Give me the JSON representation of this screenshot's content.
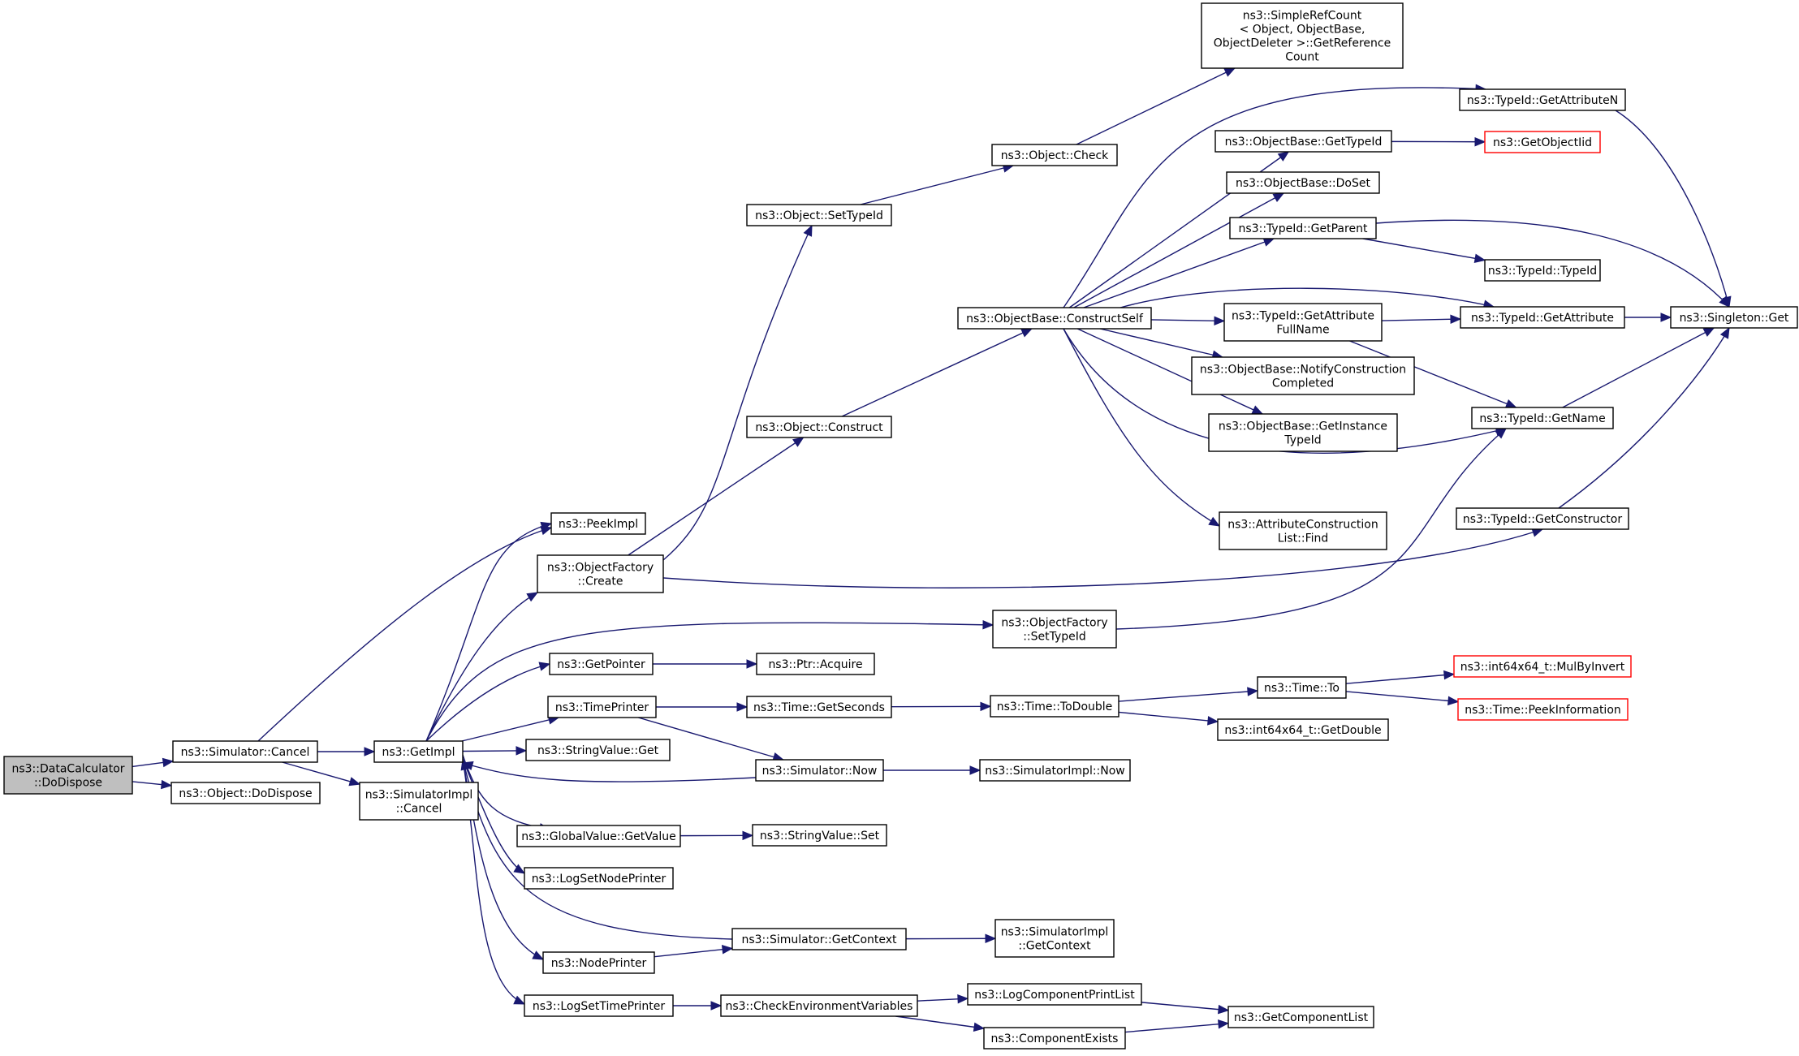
{
  "colors": {
    "edge": "#191970",
    "node_border": "#000000",
    "external_node_border": "#ff0000",
    "root_fill": "#bfbfbf",
    "background": "#ffffff"
  },
  "nodes": [
    {
      "id": "root",
      "lines": [
        "ns3::DataCalculator",
        "::DoDispose"
      ],
      "style": "root"
    },
    {
      "id": "simcancel",
      "lines": [
        "ns3::Simulator::Cancel"
      ]
    },
    {
      "id": "objdodispose",
      "lines": [
        "ns3::Object::DoDispose"
      ]
    },
    {
      "id": "getimpl",
      "lines": [
        "ns3::GetImpl"
      ]
    },
    {
      "id": "simimplcancel",
      "lines": [
        "ns3::SimulatorImpl",
        "::Cancel"
      ]
    },
    {
      "id": "peekimpl",
      "lines": [
        "ns3::PeekImpl"
      ]
    },
    {
      "id": "ofcreate",
      "lines": [
        "ns3::ObjectFactory",
        "::Create"
      ]
    },
    {
      "id": "getpointer",
      "lines": [
        "ns3::GetPointer"
      ]
    },
    {
      "id": "timeprinter",
      "lines": [
        "ns3::TimePrinter"
      ]
    },
    {
      "id": "strget",
      "lines": [
        "ns3::StringValue::Get"
      ]
    },
    {
      "id": "gvgetvalue",
      "lines": [
        "ns3::GlobalValue::GetValue"
      ]
    },
    {
      "id": "logsetnode",
      "lines": [
        "ns3::LogSetNodePrinter"
      ]
    },
    {
      "id": "nodeprinter",
      "lines": [
        "ns3::NodePrinter"
      ]
    },
    {
      "id": "logsettime",
      "lines": [
        "ns3::LogSetTimePrinter"
      ]
    },
    {
      "id": "objsettypeid",
      "lines": [
        "ns3::Object::SetTypeId"
      ]
    },
    {
      "id": "objconstruct",
      "lines": [
        "ns3::Object::Construct"
      ]
    },
    {
      "id": "ptracquire",
      "lines": [
        "ns3::Ptr::Acquire"
      ]
    },
    {
      "id": "timegetseconds",
      "lines": [
        "ns3::Time::GetSeconds"
      ]
    },
    {
      "id": "simnow",
      "lines": [
        "ns3::Simulator::Now"
      ]
    },
    {
      "id": "strset",
      "lines": [
        "ns3::StringValue::Set"
      ]
    },
    {
      "id": "simgetcontext",
      "lines": [
        "ns3::Simulator::GetContext"
      ]
    },
    {
      "id": "checkenv",
      "lines": [
        "ns3::CheckEnvironmentVariables"
      ]
    },
    {
      "id": "objcheck",
      "lines": [
        "ns3::Object::Check"
      ]
    },
    {
      "id": "obconstructself",
      "lines": [
        "ns3::ObjectBase::ConstructSelf"
      ]
    },
    {
      "id": "ofsettypeid",
      "lines": [
        "ns3::ObjectFactory",
        "::SetTypeId"
      ]
    },
    {
      "id": "timetodouble",
      "lines": [
        "ns3::Time::ToDouble"
      ]
    },
    {
      "id": "simimplnow",
      "lines": [
        "ns3::SimulatorImpl::Now"
      ]
    },
    {
      "id": "simimplgetcontext",
      "lines": [
        "ns3::SimulatorImpl",
        "::GetContext"
      ]
    },
    {
      "id": "logcompprint",
      "lines": [
        "ns3::LogComponentPrintList"
      ]
    },
    {
      "id": "compexists",
      "lines": [
        "ns3::ComponentExists"
      ]
    },
    {
      "id": "simplerefcount",
      "lines": [
        "ns3::SimpleRefCount",
        "< Object, ObjectBase,",
        "ObjectDeleter >::GetReference",
        "Count"
      ]
    },
    {
      "id": "obgettypeid",
      "lines": [
        "ns3::ObjectBase::GetTypeId"
      ]
    },
    {
      "id": "obdoset",
      "lines": [
        "ns3::ObjectBase::DoSet"
      ]
    },
    {
      "id": "tidgetparent",
      "lines": [
        "ns3::TypeId::GetParent"
      ]
    },
    {
      "id": "tidgetattrfull",
      "lines": [
        "ns3::TypeId::GetAttribute",
        "FullName"
      ]
    },
    {
      "id": "obnotify",
      "lines": [
        "ns3::ObjectBase::NotifyConstruction",
        "Completed"
      ]
    },
    {
      "id": "obgetinstance",
      "lines": [
        "ns3::ObjectBase::GetInstance",
        "TypeId"
      ]
    },
    {
      "id": "acfind",
      "lines": [
        "ns3::AttributeConstruction",
        "List::Find"
      ]
    },
    {
      "id": "timeto",
      "lines": [
        "ns3::Time::To"
      ]
    },
    {
      "id": "int64getdouble",
      "lines": [
        "ns3::int64x64_t::GetDouble"
      ]
    },
    {
      "id": "getcomplist",
      "lines": [
        "ns3::GetComponentList"
      ]
    },
    {
      "id": "tidgetattributen",
      "lines": [
        "ns3::TypeId::GetAttributeN"
      ]
    },
    {
      "id": "getobjectiid",
      "lines": [
        "ns3::GetObjectIid"
      ],
      "style": "red"
    },
    {
      "id": "tidtypeid",
      "lines": [
        "ns3::TypeId::TypeId"
      ]
    },
    {
      "id": "tidgetattribute",
      "lines": [
        "ns3::TypeId::GetAttribute"
      ]
    },
    {
      "id": "tidgetname",
      "lines": [
        "ns3::TypeId::GetName"
      ]
    },
    {
      "id": "tidgetconstructor",
      "lines": [
        "ns3::TypeId::GetConstructor"
      ]
    },
    {
      "id": "mulbyinvert",
      "lines": [
        "ns3::int64x64_t::MulByInvert"
      ],
      "style": "red"
    },
    {
      "id": "peekinfo",
      "lines": [
        "ns3::Time::PeekInformation"
      ],
      "style": "red"
    },
    {
      "id": "singletonget",
      "lines": [
        "ns3::Singleton::Get"
      ]
    }
  ],
  "edges": [
    [
      "root",
      "simcancel"
    ],
    [
      "root",
      "objdodispose"
    ],
    [
      "simcancel",
      "getimpl"
    ],
    [
      "simcancel",
      "simimplcancel"
    ],
    [
      "simcancel",
      "peekimpl"
    ],
    [
      "getimpl",
      "peekimpl"
    ],
    [
      "getimpl",
      "ofcreate"
    ],
    [
      "getimpl",
      "ofsettypeid"
    ],
    [
      "getimpl",
      "getpointer"
    ],
    [
      "getimpl",
      "timeprinter"
    ],
    [
      "getimpl",
      "strget"
    ],
    [
      "getimpl",
      "gvgetvalue"
    ],
    [
      "getimpl",
      "logsetnode"
    ],
    [
      "getimpl",
      "nodeprinter"
    ],
    [
      "getimpl",
      "logsettime"
    ],
    [
      "simnow",
      "getimpl"
    ],
    [
      "simgetcontext",
      "getimpl"
    ],
    [
      "ofcreate",
      "objsettypeid"
    ],
    [
      "ofcreate",
      "objconstruct"
    ],
    [
      "ofcreate",
      "tidgetconstructor"
    ],
    [
      "objsettypeid",
      "objcheck"
    ],
    [
      "objcheck",
      "simplerefcount"
    ],
    [
      "objconstruct",
      "obconstructself"
    ],
    [
      "obconstructself",
      "tidgetattributen"
    ],
    [
      "obconstructself",
      "obgettypeid"
    ],
    [
      "obconstructself",
      "obdoset"
    ],
    [
      "obconstructself",
      "tidgetparent"
    ],
    [
      "obconstructself",
      "tidgetattribute"
    ],
    [
      "obconstructself",
      "tidgetattrfull"
    ],
    [
      "obconstructself",
      "obnotify"
    ],
    [
      "obconstructself",
      "obgetinstance"
    ],
    [
      "obconstructself",
      "acfind"
    ],
    [
      "obconstructself",
      "tidgetname"
    ],
    [
      "obgettypeid",
      "getobjectiid"
    ],
    [
      "tidgetparent",
      "tidtypeid"
    ],
    [
      "tidgetparent",
      "singletonget"
    ],
    [
      "tidgetattrfull",
      "tidgetattribute"
    ],
    [
      "tidgetattrfull",
      "tidgetname"
    ],
    [
      "tidgetattributen",
      "singletonget"
    ],
    [
      "tidgetattribute",
      "singletonget"
    ],
    [
      "tidgetname",
      "singletonget"
    ],
    [
      "tidgetconstructor",
      "singletonget"
    ],
    [
      "ofsettypeid",
      "tidgetname"
    ],
    [
      "getpointer",
      "ptracquire"
    ],
    [
      "timeprinter",
      "timegetseconds"
    ],
    [
      "timeprinter",
      "simnow"
    ],
    [
      "timegetseconds",
      "timetodouble"
    ],
    [
      "timetodouble",
      "timeto"
    ],
    [
      "timetodouble",
      "int64getdouble"
    ],
    [
      "timeto",
      "mulbyinvert"
    ],
    [
      "timeto",
      "peekinfo"
    ],
    [
      "simnow",
      "simimplnow"
    ],
    [
      "gvgetvalue",
      "strset"
    ],
    [
      "nodeprinter",
      "simgetcontext"
    ],
    [
      "simgetcontext",
      "simimplgetcontext"
    ],
    [
      "logsettime",
      "checkenv"
    ],
    [
      "checkenv",
      "logcompprint"
    ],
    [
      "checkenv",
      "compexists"
    ],
    [
      "logcompprint",
      "getcomplist"
    ],
    [
      "compexists",
      "getcomplist"
    ]
  ]
}
